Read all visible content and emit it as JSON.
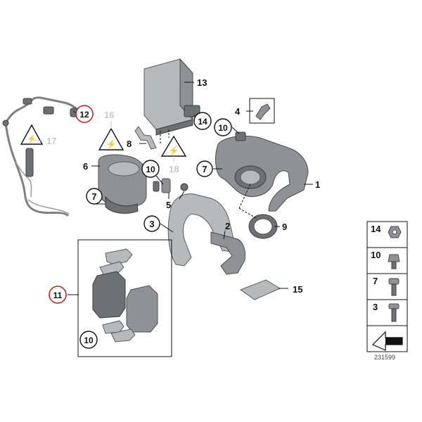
{
  "diagram": {
    "callouts": [
      {
        "id": "c1",
        "text": "1"
      },
      {
        "id": "c2",
        "text": "2"
      },
      {
        "id": "c3",
        "text": "3"
      },
      {
        "id": "c4",
        "text": "4"
      },
      {
        "id": "c5",
        "text": "5"
      },
      {
        "id": "c6",
        "text": "6"
      },
      {
        "id": "c7a",
        "text": "7"
      },
      {
        "id": "c7b",
        "text": "7"
      },
      {
        "id": "c8",
        "text": "8"
      },
      {
        "id": "c9",
        "text": "9"
      },
      {
        "id": "c10a",
        "text": "10"
      },
      {
        "id": "c10b",
        "text": "10"
      },
      {
        "id": "c10c",
        "text": "10"
      },
      {
        "id": "c11",
        "text": "11"
      },
      {
        "id": "c12",
        "text": "12"
      },
      {
        "id": "c13",
        "text": "13"
      },
      {
        "id": "c14",
        "text": "14"
      },
      {
        "id": "c15",
        "text": "15"
      },
      {
        "id": "c16",
        "text": "16"
      },
      {
        "id": "c17",
        "text": "17"
      },
      {
        "id": "c18",
        "text": "18"
      }
    ],
    "legend": [
      {
        "text": "14"
      },
      {
        "text": "10"
      },
      {
        "text": "7"
      },
      {
        "text": "3"
      }
    ],
    "image_number": "231599",
    "colors": {
      "highlight": "#d0201c",
      "inactive": "#c8c8c8",
      "part": "#8e9296"
    }
  }
}
